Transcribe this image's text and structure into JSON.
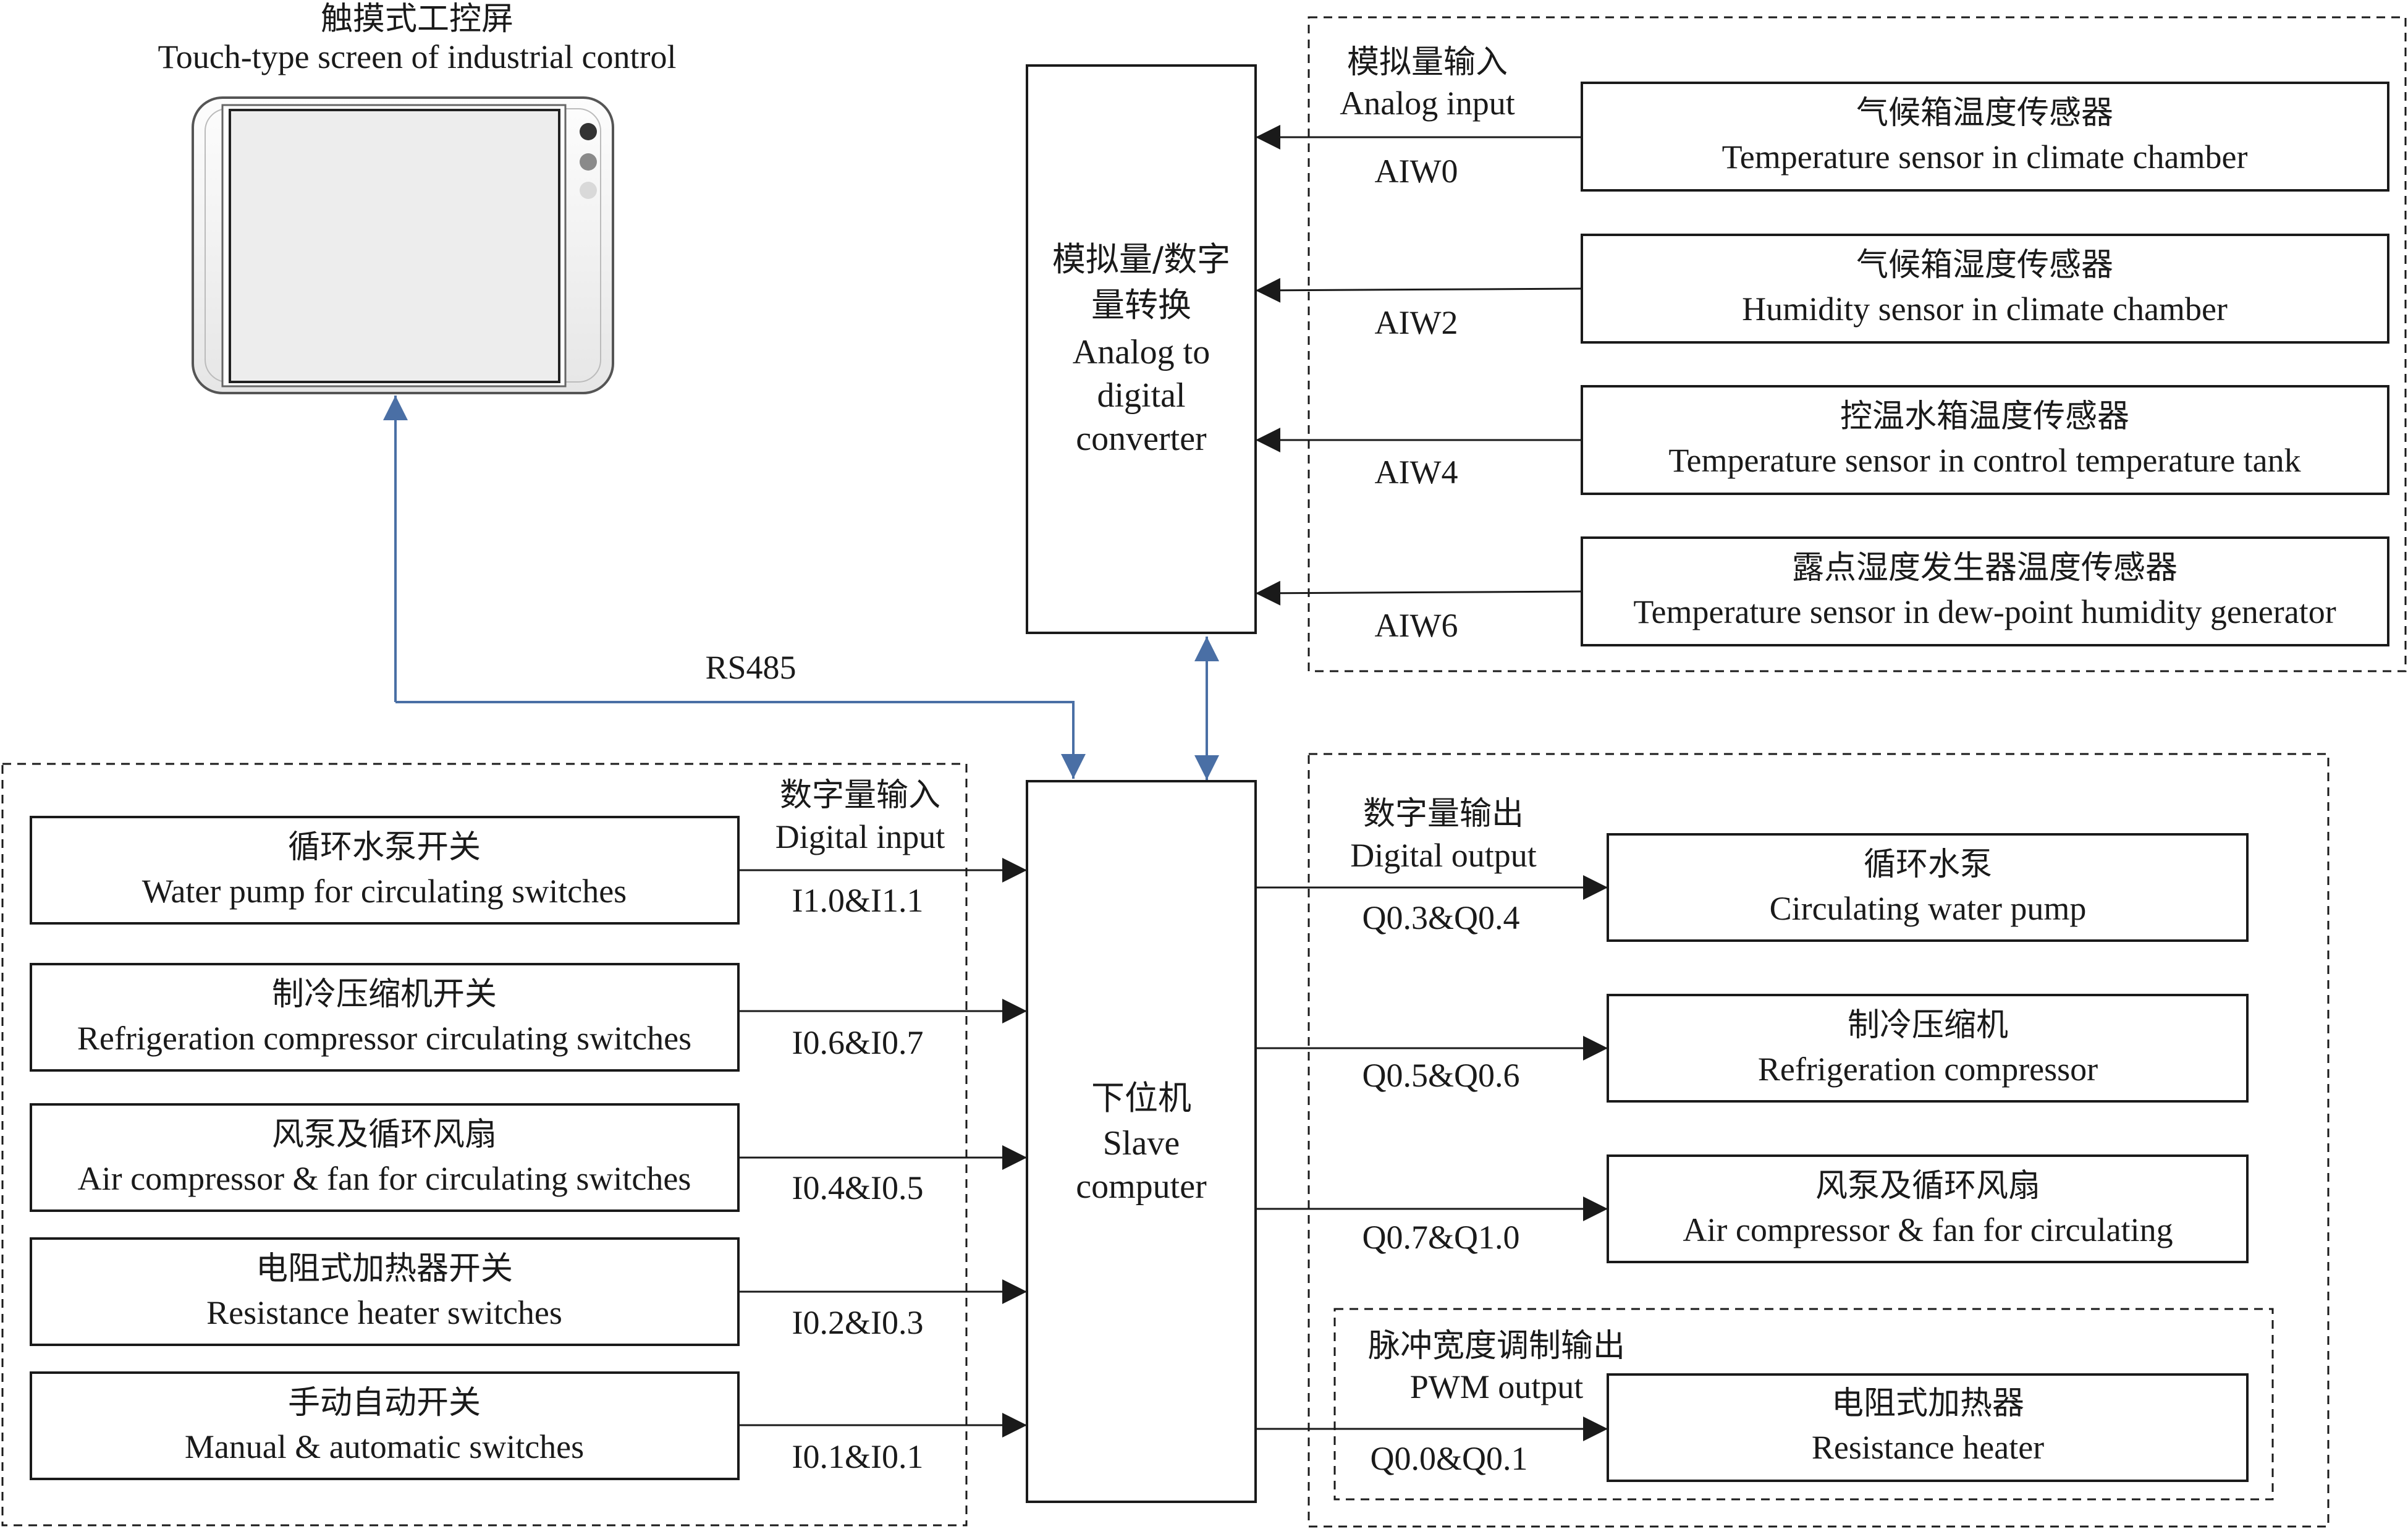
{
  "touch_screen": {
    "title_zh": "触摸式工控屏",
    "title_en": "Touch-type screen of industrial control"
  },
  "adc": {
    "label_zh_1": "模拟量/数字",
    "label_zh_2": "量转换",
    "label_en_1": "Analog to",
    "label_en_2": "digital",
    "label_en_3": "converter"
  },
  "analog_input": {
    "title_zh": "模拟量输入",
    "title_en": "Analog input",
    "sensors": [
      {
        "zh": "气候箱温度传感器",
        "en": "Temperature sensor in climate chamber",
        "channel": "AIW0"
      },
      {
        "zh": "气候箱湿度传感器",
        "en": "Humidity sensor in climate chamber",
        "channel": "AIW2"
      },
      {
        "zh": "控温水箱温度传感器",
        "en": "Temperature sensor in control temperature tank",
        "channel": "AIW4"
      },
      {
        "zh": "露点湿度发生器温度传感器",
        "en": "Temperature sensor in dew-point humidity generator",
        "channel": "AIW6"
      }
    ]
  },
  "rs485_label": "RS485",
  "slave": {
    "label_zh": "下位机",
    "label_en_1": "Slave",
    "label_en_2": "computer"
  },
  "digital_input": {
    "title_zh": "数字量输入",
    "title_en": "Digital input",
    "switches": [
      {
        "zh": "循环水泵开关",
        "en": "Water pump for circulating switches",
        "channel": "I1.0&I1.1"
      },
      {
        "zh": "制冷压缩机开关",
        "en": "Refrigeration compressor circulating switches",
        "channel": "I0.6&I0.7"
      },
      {
        "zh": "风泵及循环风扇",
        "en": "Air compressor & fan for circulating  switches",
        "channel": "I0.4&I0.5"
      },
      {
        "zh": "电阻式加热器开关",
        "en": "Resistance heater switches",
        "channel": "I0.2&I0.3"
      },
      {
        "zh": "手动自动开关",
        "en": "Manual & automatic switches",
        "channel": "I0.1&I0.1"
      }
    ]
  },
  "digital_output": {
    "title_zh": "数字量输出",
    "title_en": "Digital output",
    "devices": [
      {
        "zh": "循环水泵",
        "en": "Circulating water pump",
        "channel": "Q0.3&Q0.4"
      },
      {
        "zh": "制冷压缩机",
        "en": "Refrigeration compressor",
        "channel": "Q0.5&Q0.6"
      },
      {
        "zh": "风泵及循环风扇",
        "en": "Air compressor & fan for circulating",
        "channel": "Q0.7&Q1.0"
      }
    ]
  },
  "pwm_output": {
    "title_zh": "脉冲宽度调制输出",
    "title_en": "PWM output",
    "device_zh": "电阻式加热器",
    "device_en": "Resistance heater",
    "channel": "Q0.0&Q0.1"
  },
  "colors": {
    "line": "#1a1a1a",
    "rs485": "#4a6fa5"
  }
}
